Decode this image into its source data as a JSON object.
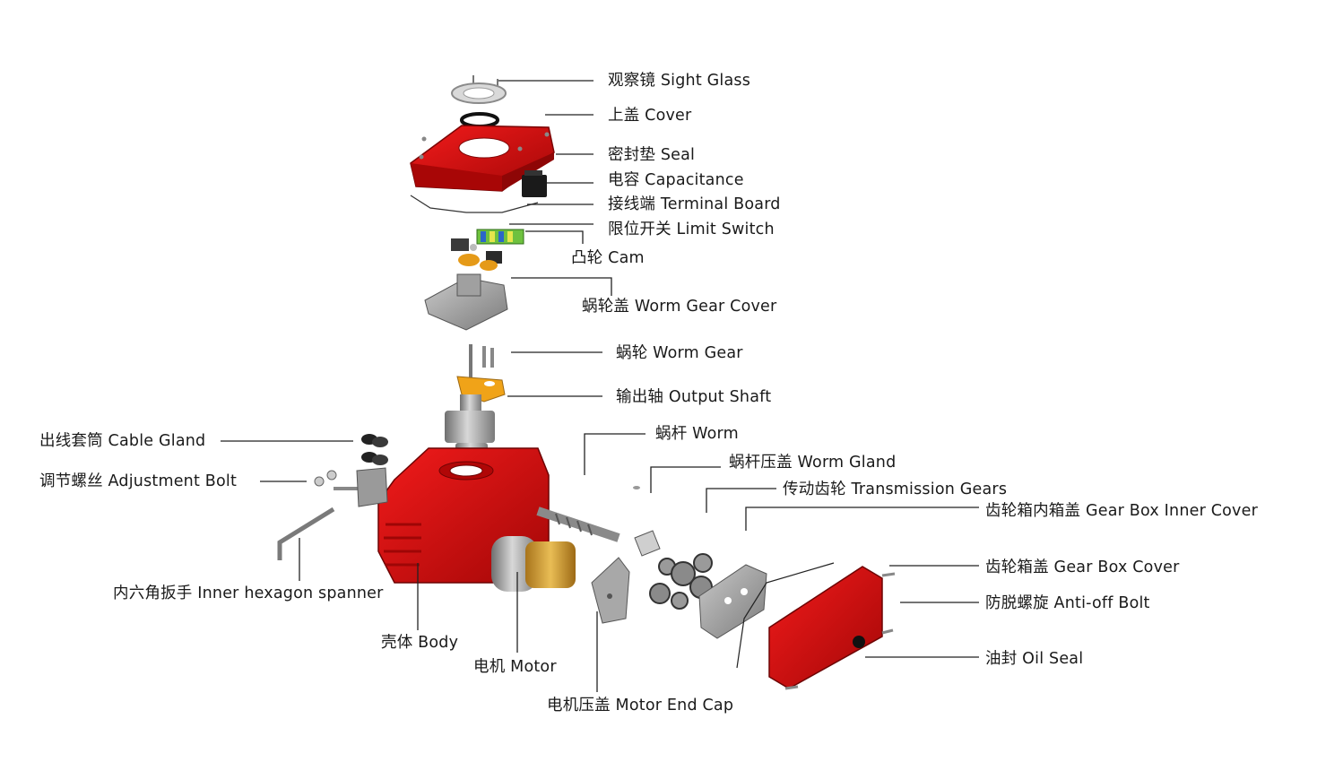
{
  "colors": {
    "body_red": "#d50a0a",
    "dark_red": "#8e0606",
    "leader": "#222222",
    "brass": "#d7a12f",
    "orange": "#f0a318",
    "metal": "#a9a9a9"
  },
  "labels": {
    "sight_glass": "观察镜 Sight Glass",
    "cover": "上盖 Cover",
    "seal": "密封垫 Seal",
    "capacitance": "电容 Capacitance",
    "terminal_board": "接线端 Terminal Board",
    "limit_switch": "限位开关 Limit Switch",
    "cam": "凸轮 Cam",
    "worm_gear_cover": "蜗轮盖 Worm Gear Cover",
    "worm_gear": "蜗轮 Worm Gear",
    "output_shaft": "输出轴 Output Shaft",
    "cable_gland": "出线套筒 Cable Gland",
    "adjustment_bolt": "调节螺丝 Adjustment Bolt",
    "worm": "蜗杆 Worm",
    "worm_gland": "蜗杆压盖 Worm Gland",
    "transmission_gears": "传动齿轮 Transmission Gears",
    "gear_box_inner_cover": "齿轮箱内箱盖 Gear Box Inner Cover",
    "gear_box_cover": "齿轮箱盖 Gear Box Cover",
    "anti_off_bolt": "防脱螺旋 Anti-off Bolt",
    "oil_seal": "油封 Oil Seal",
    "inner_hexagon_spanner": "内六角扳手 Inner hexagon spanner",
    "body": "壳体 Body",
    "motor": "电机 Motor",
    "motor_end_cap": "电机压盖 Motor End Cap"
  }
}
